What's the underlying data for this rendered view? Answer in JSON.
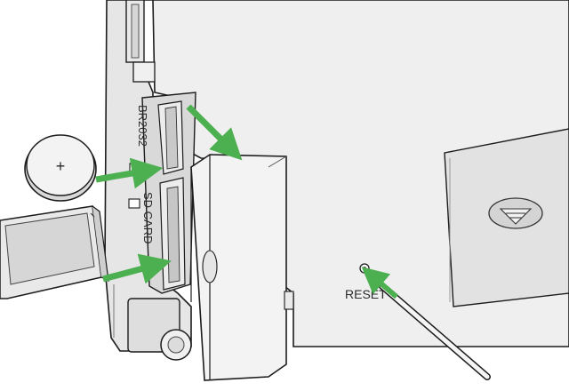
{
  "labels": {
    "battery_slot": "BR2032",
    "card_slot": "SD CARD",
    "reset": "RESET",
    "battery_mark": "+"
  },
  "colors": {
    "arrow": "#4caf50",
    "body": "#eeeeee",
    "outline": "#1c1c1c",
    "panel": "#dcdcdc"
  },
  "icons": [
    "coin-battery",
    "sd-card",
    "reset-pin",
    "slot-cover",
    "speaker-grille"
  ]
}
